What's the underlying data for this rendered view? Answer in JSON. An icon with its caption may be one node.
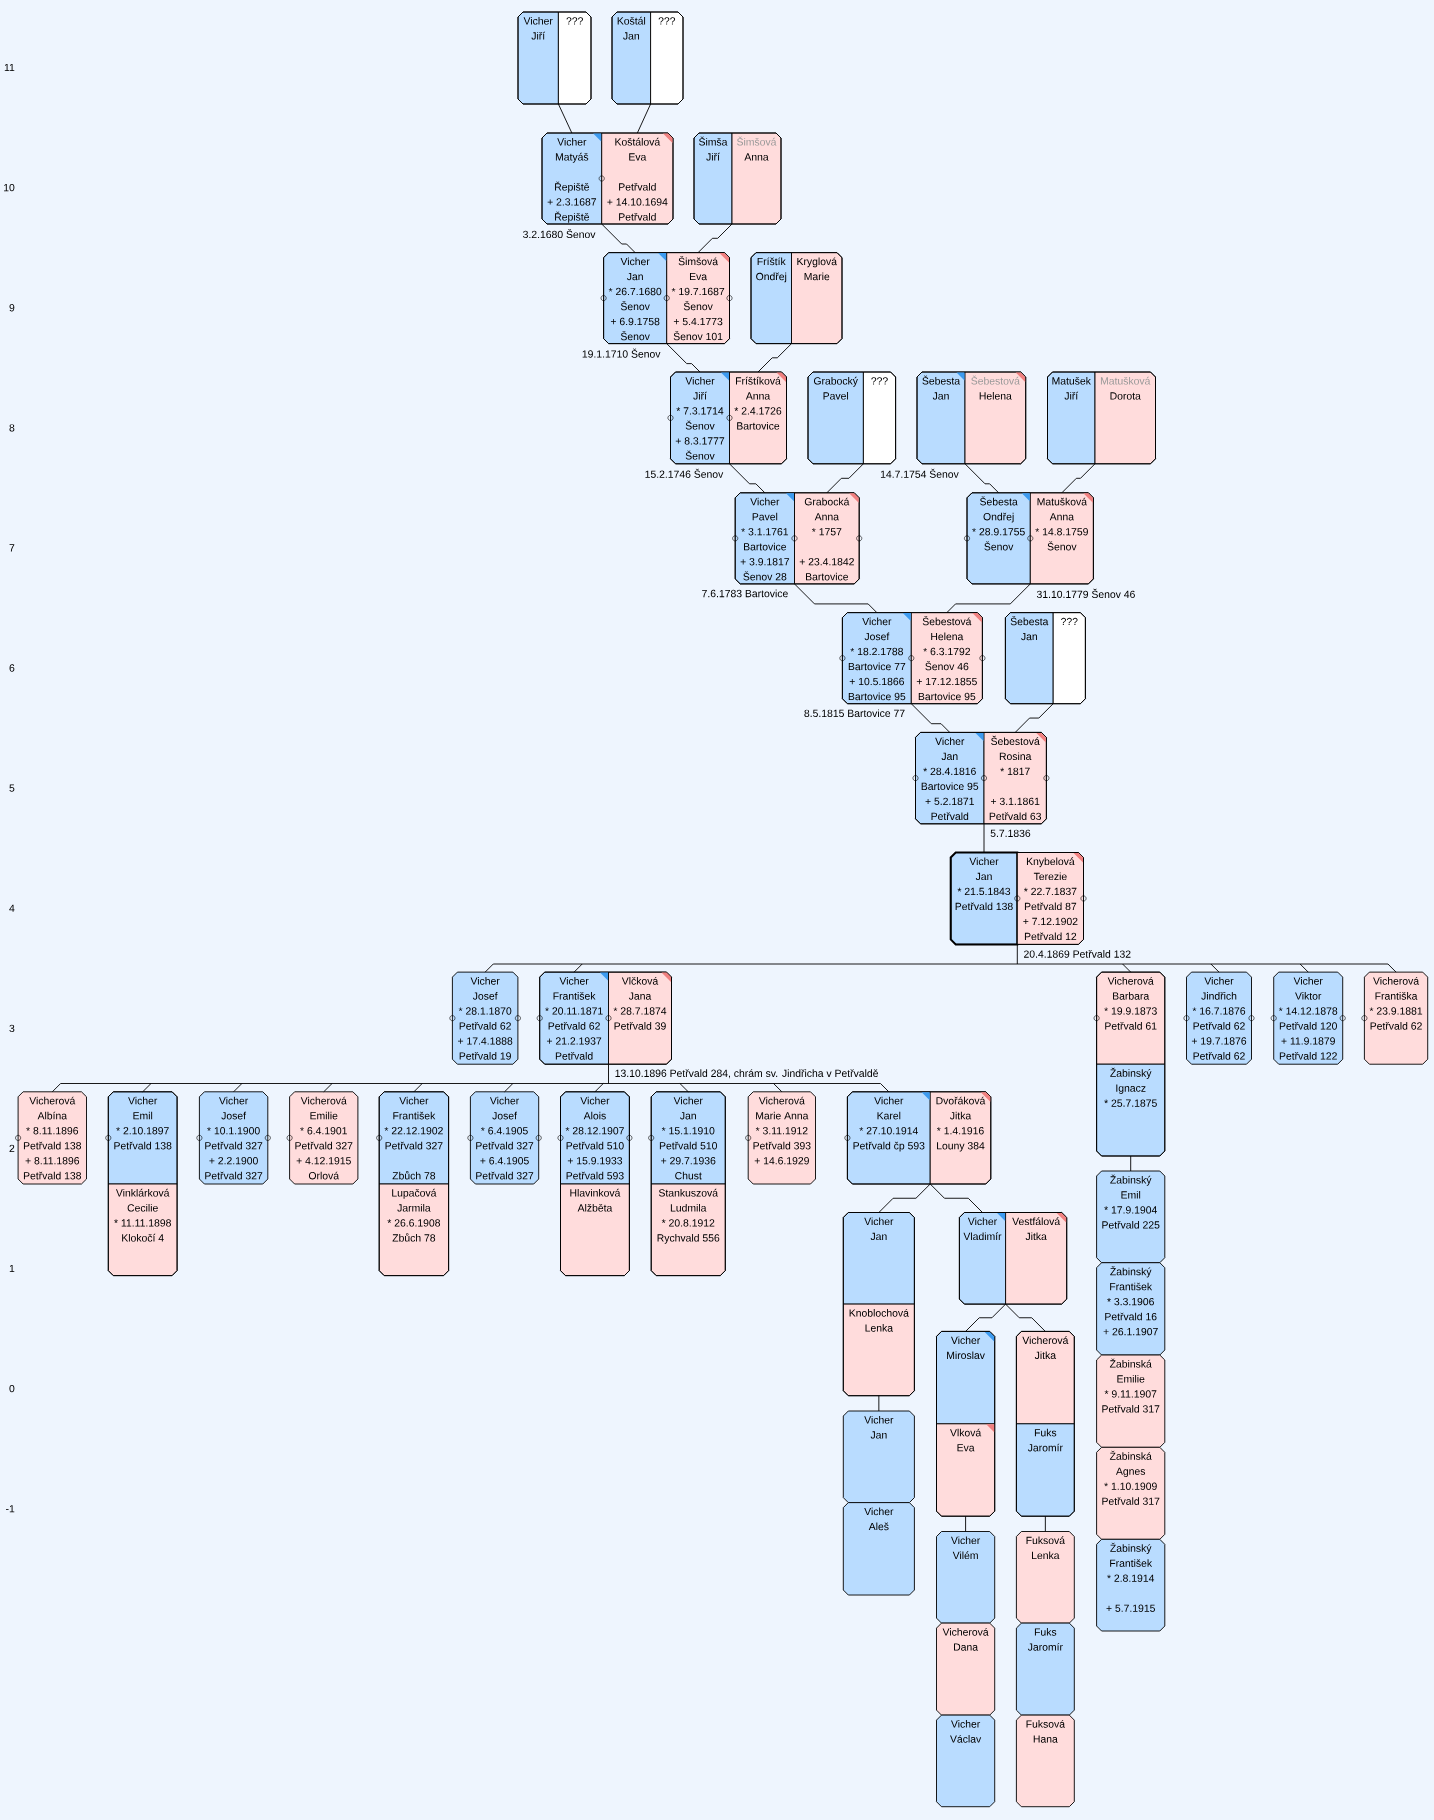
{
  "diagram": {
    "nodes": [
      {
        "text": [],
        "shape": "box"
      },
      {
        "text": [
          "Vicher",
          "Jiří"
        ],
        "in": 0
      },
      {
        "text": [
          "???"
        ],
        "in": 0
      },
      {
        "text": [],
        "shape": "box"
      },
      {
        "text": [
          "Koštál",
          "Jan"
        ],
        "in": 3
      },
      {
        "text": [
          "???"
        ],
        "in": 3
      },
      {
        "text": [],
        "shape": "box",
        "beside": [
          "3.2.1680 Šenov"
        ]
      },
      {
        "text": [
          "Vicher",
          "Matyáš",
          "Řepiště",
          "+ 2.3.1687",
          "Řepiště"
        ],
        "in": 6
      },
      {
        "text": [
          "Koštálová",
          "Eva",
          "Petřvald",
          "+ 14.10.1694",
          "Petřvald"
        ],
        "in": 6
      },
      {
        "text": [],
        "shape": "box"
      },
      {
        "text": [
          "Šimša",
          "Jiří"
        ],
        "in": 9
      },
      {
        "text": [
          "Šimšová",
          "Anna"
        ],
        "in": 9
      },
      {
        "text": [],
        "shape": "box",
        "beside": [
          "19.1.1710 Šenov"
        ]
      },
      {
        "text": [
          "Vicher",
          "Jan",
          "* 26.7.1680",
          "Šenov",
          "+ 6.9.1758",
          "Šenov"
        ],
        "in": 12
      },
      {
        "text": [
          "Šimšová",
          "Eva",
          "* 19.7.1687",
          "Šenov",
          "+ 5.4.1773",
          "Šenov 101"
        ],
        "in": 12
      },
      {
        "text": [],
        "shape": "box"
      },
      {
        "text": [
          "Fríštík",
          "Ondřej"
        ],
        "in": 15
      },
      {
        "text": [
          "Kryglová",
          "Marie"
        ],
        "in": 15
      },
      {
        "text": [],
        "shape": "box",
        "beside": [
          "15.2.1746 Šenov"
        ]
      },
      {
        "text": [
          "Vicher",
          "Jiří",
          "* 7.3.1714",
          "Šenov",
          "+ 8.3.1777",
          "Šenov"
        ],
        "in": 18
      },
      {
        "text": [
          "Fríštíková",
          "Anna",
          "* 2.4.1726",
          "Bartovice"
        ],
        "in": 18
      },
      {
        "text": [],
        "shape": "box"
      },
      {
        "text": [
          "Grabocký",
          "Pavel"
        ],
        "in": 21
      },
      {
        "text": [
          "???"
        ],
        "in": 21
      },
      {
        "text": [],
        "shape": "box",
        "beside": [
          "14.7.1754 Šenov"
        ]
      },
      {
        "text": [
          "Šebesta",
          "Jan"
        ],
        "in": 24
      },
      {
        "text": [
          "Šebestová",
          "Helena"
        ],
        "in": 24
      },
      {
        "text": [],
        "shape": "box"
      },
      {
        "text": [
          "Matušek",
          "Jiří"
        ],
        "in": 27
      },
      {
        "text": [
          "Matušková",
          "Dorota"
        ],
        "in": 27
      },
      {
        "text": [],
        "shape": "box",
        "beside": [
          "7.6.1783 Bartovice"
        ]
      },
      {
        "text": [
          "Vicher",
          "Pavel",
          "* 3.1.1761",
          "Bartovice",
          "+ 3.9.1817",
          "Šenov 28"
        ],
        "in": 30
      },
      {
        "text": [
          "Grabocká",
          "Anna",
          "* 1757",
          "+ 23.4.1842",
          "Bartovice"
        ],
        "in": 30
      },
      {
        "text": [],
        "shape": "box",
        "beside": [
          "31.10.1779 Šenov 46"
        ]
      },
      {
        "text": [
          "Šebesta",
          "Ondřej",
          "* 28.9.1755",
          "Šenov"
        ],
        "in": 33
      },
      {
        "text": [
          "Matušková",
          "Anna",
          "* 14.8.1759",
          "Šenov"
        ],
        "in": 33
      },
      {
        "text": [],
        "shape": "box",
        "beside": [
          "8.5.1815 Bartovice 77"
        ]
      },
      {
        "text": [
          "Vicher",
          "Josef",
          "* 18.2.1788",
          "Bartovice 77",
          "+ 10.5.1866",
          "Bartovice 95"
        ],
        "in": 36
      },
      {
        "text": [
          "Šebestová",
          "Helena",
          "* 6.3.1792",
          "Šenov 46",
          "+ 17.12.1855",
          "Bartovice 95"
        ],
        "in": 36
      },
      {
        "text": [],
        "shape": "box"
      },
      {
        "text": [
          "Šebesta",
          "Jan"
        ],
        "in": 39
      },
      {
        "text": [
          "???"
        ],
        "in": 39
      },
      {
        "text": [],
        "shape": "box",
        "beside": [
          "5.7.1836"
        ]
      },
      {
        "text": [
          "Vicher",
          "Jan",
          "* 28.4.1816",
          "Bartovice 95",
          "+ 5.2.1871",
          "Petřvald"
        ],
        "in": 42
      },
      {
        "text": [
          "Šebestová",
          "Rosina",
          "* 1817",
          "+ 3.1.1861",
          "Petřvald 63"
        ],
        "in": 42
      },
      {
        "text": [],
        "shape": "box",
        "beside": [
          "20.4.1869 Petřvald 132"
        ]
      },
      {
        "text": [
          "Vicher",
          "Jan",
          "* 21.5.1843",
          "Petřvald 138"
        ],
        "in": 45
      },
      {
        "text": [
          "Knybelová",
          "Terezie",
          "* 22.7.1837",
          "Petřvald 87",
          "+ 7.12.1902",
          "Petřvald 12"
        ],
        "in": 45
      },
      {
        "text": [
          "Vicher",
          "Josef",
          "* 28.1.1870",
          "Petřvald 62",
          "+ 17.4.1888",
          "Petřvald 19"
        ]
      },
      {
        "text": [],
        "shape": "box",
        "beside": [
          "13.10.1896 Petřvald 284, chrám sv. Jindřicha v Petřvaldě"
        ]
      },
      {
        "text": [
          "Vicher",
          "František",
          "* 20.11.1871",
          "Petřvald 62",
          "+ 21.2.1937",
          "Petřvald"
        ],
        "in": 49
      },
      {
        "text": [
          "Vlčková",
          "Jana",
          "* 28.7.1874",
          "Petřvald 39"
        ],
        "in": 49
      },
      {
        "text": [],
        "shape": "box"
      },
      {
        "text": [
          "Vicherová",
          "Barbara",
          "* 19.9.1873",
          "Petřvald 61"
        ],
        "in": 52
      },
      {
        "text": [
          "Žabinský",
          "Ignacz",
          "* 25.7.1875"
        ],
        "in": 52
      },
      {
        "text": [
          "Vicher",
          "Jindřich",
          "* 16.7.1876",
          "Petřvald 62",
          "+ 19.7.1876",
          "Petřvald 62"
        ]
      },
      {
        "text": [
          "Vicher",
          "Viktor",
          "* 14.12.1878",
          "Petřvald 120",
          "+ 11.9.1879",
          "Petřvald 122"
        ]
      },
      {
        "text": [
          "Vicherová",
          "Františka",
          "* 23.9.1881",
          "Petřvald 62"
        ]
      },
      {
        "text": [
          "Vicherová",
          "Albína",
          "* 8.11.1896",
          "Petřvald 138",
          "+ 8.11.1896",
          "Petřvald 138"
        ]
      },
      {
        "text": [],
        "shape": "box"
      },
      {
        "text": [
          "Vicher",
          "Emil",
          "* 2.10.1897",
          "Petřvald 138"
        ],
        "in": 59
      },
      {
        "text": [
          "Vinklárková",
          "Cecilie",
          "* 11.11.1898",
          "Klokočí 4"
        ],
        "in": 59
      },
      {
        "text": [
          "Vicher",
          "Josef",
          "* 10.1.1900",
          "Petřvald 327",
          "+ 2.2.1900",
          "Petřvald 327"
        ]
      },
      {
        "text": [
          "Vicherová",
          "Emilie",
          "* 6.4.1901",
          "Petřvald 327",
          "+ 4.12.1915",
          "Orlová"
        ]
      },
      {
        "text": [],
        "shape": "box"
      },
      {
        "text": [
          "Vicher",
          "František",
          "* 22.12.1902",
          "Petřvald 327",
          "Zbůch 78"
        ],
        "in": 64
      },
      {
        "text": [
          "Lupačová",
          "Jarmila",
          "* 26.6.1908",
          "Zbůch 78"
        ],
        "in": 64
      },
      {
        "text": [
          "Vicher",
          "Josef",
          "* 6.4.1905",
          "Petřvald 327",
          "+ 6.4.1905",
          "Petřvald 327"
        ]
      },
      {
        "text": [],
        "shape": "box"
      },
      {
        "text": [
          "Vicher",
          "Alois",
          "* 28.12.1907",
          "Petřvald 510",
          "+ 15.9.1933",
          "Petřvald 593"
        ],
        "in": 68
      },
      {
        "text": [
          "Hlavinková",
          "Alžběta"
        ],
        "in": 68
      },
      {
        "text": [],
        "shape": "box"
      },
      {
        "text": [
          "Vicher",
          "Jan",
          "* 15.1.1910",
          "Petřvald 510",
          "+ 29.7.1936",
          "Chust"
        ],
        "in": 71
      },
      {
        "text": [
          "Stankuszová",
          "Ludmila",
          "* 20.8.1912",
          "Rychvald 556"
        ],
        "in": 71
      },
      {
        "text": [
          "Vicherová",
          "Marie Anna",
          "* 3.11.1912",
          "Petřvald 393",
          "+ 14.6.1929"
        ]
      },
      {
        "text": [],
        "shape": "box"
      },
      {
        "text": [
          "Vicher",
          "Karel",
          "* 27.10.1914",
          "Petřvald čp 593"
        ],
        "in": 75
      },
      {
        "text": [
          "Dvořáková",
          "Jitka",
          "* 1.4.1916",
          "Louny 384"
        ],
        "in": 75
      },
      {
        "text": [
          "Žabinský",
          "Emil",
          "* 17.9.1904",
          "Petřvald 225"
        ]
      },
      {
        "text": [],
        "shape": "box"
      },
      {
        "text": [
          "Vicher",
          "Jan"
        ],
        "in": 79
      },
      {
        "text": [
          "Knoblochová",
          "Lenka"
        ],
        "in": 79
      },
      {
        "text": [],
        "shape": "box"
      },
      {
        "text": [
          "Vicher",
          "Vladimír"
        ],
        "in": 82
      },
      {
        "text": [
          "Vestfálová",
          "Jitka"
        ],
        "in": 82
      },
      {
        "text": [
          "Žabinský",
          "František",
          "* 3.3.1906",
          "Petřvald 16",
          "+ 26.1.1907"
        ]
      },
      {
        "text": [],
        "shape": "box"
      },
      {
        "text": [
          "Vicher",
          "Miroslav"
        ],
        "in": 86
      },
      {
        "text": [
          "Vlková",
          "Eva"
        ],
        "in": 86
      },
      {
        "text": [],
        "shape": "box"
      },
      {
        "text": [
          "Vicherová",
          "Jitka"
        ],
        "in": 89
      },
      {
        "text": [
          "Fuks",
          "Jaromír"
        ],
        "in": 89
      },
      {
        "text": [
          "Žabinská",
          "Emilie",
          "* 9.11.1907",
          "Petřvald 317"
        ]
      },
      {
        "text": [
          "Vicher",
          "Jan"
        ]
      },
      {
        "text": [
          "Žabinská",
          "Agnes",
          "* 1.10.1909",
          "Petřvald 317"
        ]
      },
      {
        "text": [
          "Vicher",
          "Aleš"
        ]
      },
      {
        "text": [
          "Vicher",
          "Vilém"
        ]
      },
      {
        "text": [
          "Fuksová",
          "Lenka"
        ]
      },
      {
        "text": [
          "Žabinský",
          "František",
          "* 2.8.1914",
          "+ 5.7.1915"
        ]
      },
      {
        "text": [
          "Vicherová",
          "Dana"
        ]
      },
      {
        "text": [
          "Fuks",
          "Jaromír"
        ]
      },
      {
        "text": [
          "Vicher",
          "Václav"
        ]
      },
      {
        "text": [
          "Fuksová",
          "Hana"
        ]
      }
    ],
    "edges": [
      {
        "from": 0,
        "to": 7,
        "arrow": "none"
      },
      {
        "from": 3,
        "to": 8,
        "arrow": "none"
      },
      {
        "from": 6,
        "to": 13,
        "arrow": "none"
      },
      {
        "from": 9,
        "to": 14,
        "arrow": "none"
      },
      {
        "from": 12,
        "to": 19,
        "arrow": "none"
      },
      {
        "from": 15,
        "to": 20,
        "arrow": "none"
      },
      {
        "from": 18,
        "to": 31,
        "arrow": "none"
      },
      {
        "from": 21,
        "to": 32,
        "arrow": "none"
      },
      {
        "from": 24,
        "to": 34,
        "arrow": "none"
      },
      {
        "from": 27,
        "to": 35,
        "arrow": "none"
      },
      {
        "from": 30,
        "to": 37,
        "arrow": "none"
      },
      {
        "from": 33,
        "to": 38,
        "arrow": "none"
      },
      {
        "from": 36,
        "to": 43,
        "arrow": "none"
      },
      {
        "from": 39,
        "to": 44,
        "arrow": "none"
      },
      {
        "from": 42,
        "to": 46,
        "arrow": "none"
      },
      {
        "from": 45,
        "to": 48,
        "arrow": "none"
      },
      {
        "from": 45,
        "to": 50,
        "arrow": "none"
      },
      {
        "from": 45,
        "to": 53,
        "arrow": "none"
      },
      {
        "from": 45,
        "to": 55,
        "arrow": "none"
      },
      {
        "from": 45,
        "to": 56,
        "arrow": "none"
      },
      {
        "from": 45,
        "to": 57,
        "arrow": "none"
      },
      {
        "from": 49,
        "to": 58,
        "arrow": "none"
      },
      {
        "from": 49,
        "to": 60,
        "arrow": "none"
      },
      {
        "from": 49,
        "to": 62,
        "arrow": "none"
      },
      {
        "from": 49,
        "to": 63,
        "arrow": "none"
      },
      {
        "from": 49,
        "to": 65,
        "arrow": "none"
      },
      {
        "from": 49,
        "to": 67,
        "arrow": "none"
      },
      {
        "from": 49,
        "to": 69,
        "arrow": "none"
      },
      {
        "from": 49,
        "to": 72,
        "arrow": "none"
      },
      {
        "from": 49,
        "to": 74,
        "arrow": "none"
      },
      {
        "from": 49,
        "to": 76,
        "arrow": "none"
      },
      {
        "from": 52,
        "to": 78,
        "arrow": "none"
      },
      {
        "from": 75,
        "to": 80,
        "arrow": "none"
      },
      {
        "from": 75,
        "to": 83,
        "arrow": "none"
      },
      {
        "from": 79,
        "to": 93,
        "arrow": "none"
      },
      {
        "from": 82,
        "to": 87,
        "arrow": "none"
      },
      {
        "from": 82,
        "to": 90,
        "arrow": "none"
      },
      {
        "from": 86,
        "to": 96,
        "arrow": "none"
      },
      {
        "from": 89,
        "to": 97,
        "arrow": "none"
      }
    ],
    "labels": [
      "11",
      "10",
      "9",
      "8",
      "7",
      "6",
      "5",
      "4",
      "3",
      "2",
      "1",
      "0",
      "-1"
    ]
  }
}
